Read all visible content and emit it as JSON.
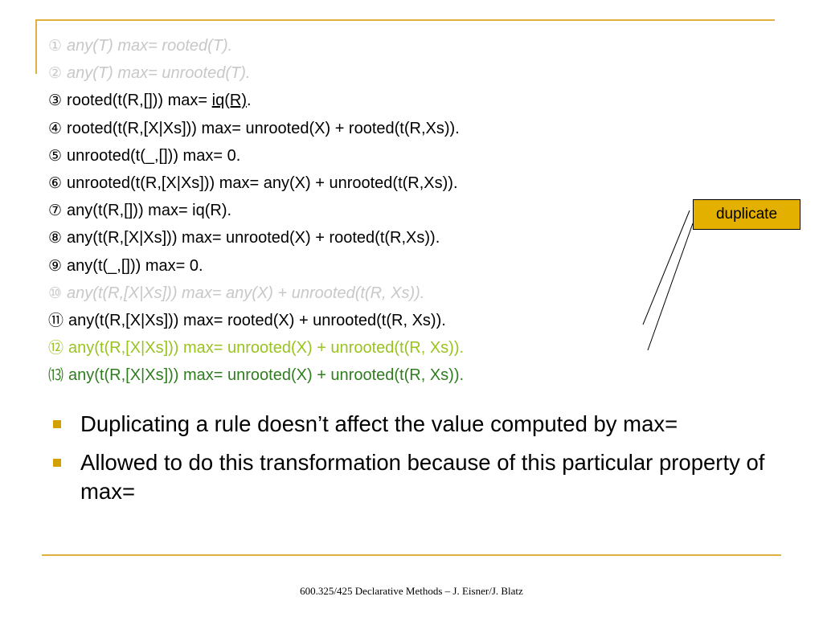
{
  "rules": [
    {
      "num": "①",
      "text": "any(T) max= rooted(T).",
      "style": "gray"
    },
    {
      "num": "②",
      "text": "any(T) max= unrooted(T).",
      "style": "gray"
    },
    {
      "num": "③",
      "text_before": "rooted(t(R,[])) max= ",
      "underlined": "iq(R)",
      "text_after": ".",
      "style": "black"
    },
    {
      "num": "④",
      "text": "rooted(t(R,[X|Xs])) max= unrooted(X) + rooted(t(R,Xs)).",
      "style": "black"
    },
    {
      "num": "⑤",
      "text": "unrooted(t(_,[])) max= 0.",
      "style": "black"
    },
    {
      "num": "⑥",
      "text": "unrooted(t(R,[X|Xs])) max= any(X) + unrooted(t(R,Xs)).",
      "style": "black"
    },
    {
      "num": "⑦",
      "text": "any(t(R,[])) max= iq(R).",
      "style": "black"
    },
    {
      "num": "⑧",
      "text": "any(t(R,[X|Xs])) max= unrooted(X) + rooted(t(R,Xs)).",
      "style": "black"
    },
    {
      "num": "⑨",
      "text": "any(t(_,[])) max= 0.",
      "style": "black"
    },
    {
      "num": "⑩",
      "text": "any(t(R,[X|Xs])) max= any(X) + unrooted(t(R, Xs)).",
      "style": "gray"
    },
    {
      "num": "⑪",
      "text": "any(t(R,[X|Xs])) max= rooted(X) + unrooted(t(R, Xs)).",
      "style": "black"
    },
    {
      "num": "⑫",
      "text": "any(t(R,[X|Xs])) max= unrooted(X) + unrooted(t(R, Xs)).",
      "style": "lightgreen"
    },
    {
      "num": "⒀",
      "text": "any(t(R,[X|Xs])) max= unrooted(X) + unrooted(t(R, Xs)).",
      "style": "green"
    }
  ],
  "callout": {
    "label": "duplicate",
    "color": "#e3b000"
  },
  "bullets": [
    "Duplicating a rule doesn’t affect the value computed by max=",
    "Allowed to do this transformation because of this particular property of max="
  ],
  "footer": "600.325/425 Declarative Methods – J. Eisner/J. Blatz",
  "colors": {
    "accent": "#e0b040",
    "gray": "#c8c8c8",
    "lightgreen": "#99c31f",
    "green": "#2f7d1f",
    "bullet": "#d4a000"
  }
}
